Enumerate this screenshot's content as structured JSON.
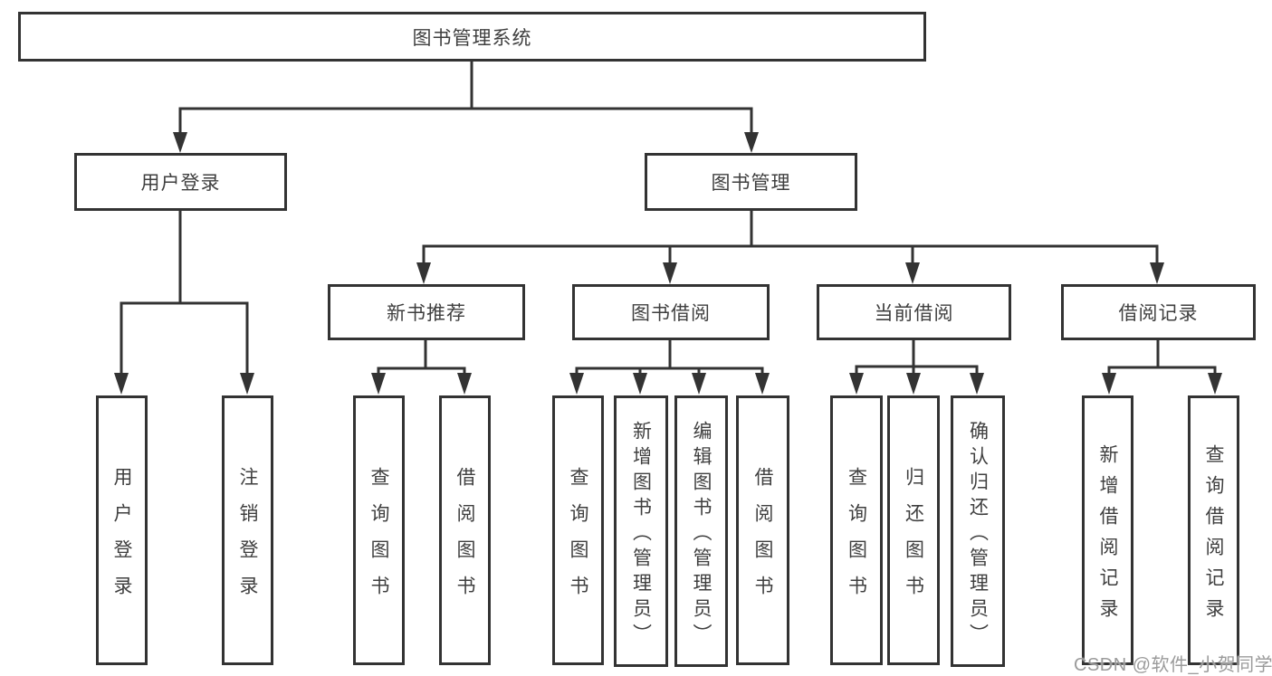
{
  "diagram_type": "hierarchy-tree",
  "colors": {
    "line": "#333333",
    "box_border": "#333333",
    "box_fill": "#ffffff",
    "text": "#3f3f3f",
    "background": "#ffffff",
    "watermark": "#9b9b9b"
  },
  "tree": {
    "label": "图书管理系统",
    "children": [
      {
        "label": "用户登录",
        "children": [
          {
            "label": "用户登录"
          },
          {
            "label": "注销登录"
          }
        ]
      },
      {
        "label": "图书管理",
        "children": [
          {
            "label": "新书推荐",
            "children": [
              {
                "label": "查询图书"
              },
              {
                "label": "借阅图书"
              }
            ]
          },
          {
            "label": "图书借阅",
            "children": [
              {
                "label": "查询图书"
              },
              {
                "label": "新增图书（管理员）"
              },
              {
                "label": "编辑图书（管理员）"
              },
              {
                "label": "借阅图书"
              }
            ]
          },
          {
            "label": "当前借阅",
            "children": [
              {
                "label": "查询图书"
              },
              {
                "label": "归还图书"
              },
              {
                "label": "确认归还（管理员）"
              }
            ]
          },
          {
            "label": "借阅记录",
            "children": [
              {
                "label": "新增借阅记录"
              },
              {
                "label": "查询借阅记录"
              }
            ]
          }
        ]
      }
    ]
  },
  "watermark": "CSDN @软件_小贺同学"
}
